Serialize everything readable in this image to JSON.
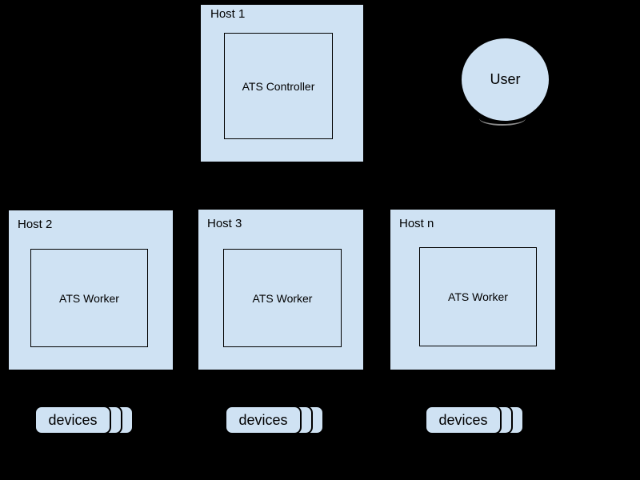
{
  "diagram": {
    "colors": {
      "background": "#000000",
      "shape_fill": "#cfe2f3",
      "stroke": "#000000",
      "text": "#000000"
    },
    "hosts": [
      {
        "label": "Host 1",
        "node": "ATS Controller"
      },
      {
        "label": "Host 2",
        "node": "ATS Worker"
      },
      {
        "label": "Host 3",
        "node": "ATS Worker"
      },
      {
        "label": "Host n",
        "node": "ATS Worker"
      }
    ],
    "user": {
      "label": "User"
    },
    "device_stacks": [
      {
        "label": "devices"
      },
      {
        "label": "devices"
      },
      {
        "label": "devices"
      }
    ]
  }
}
